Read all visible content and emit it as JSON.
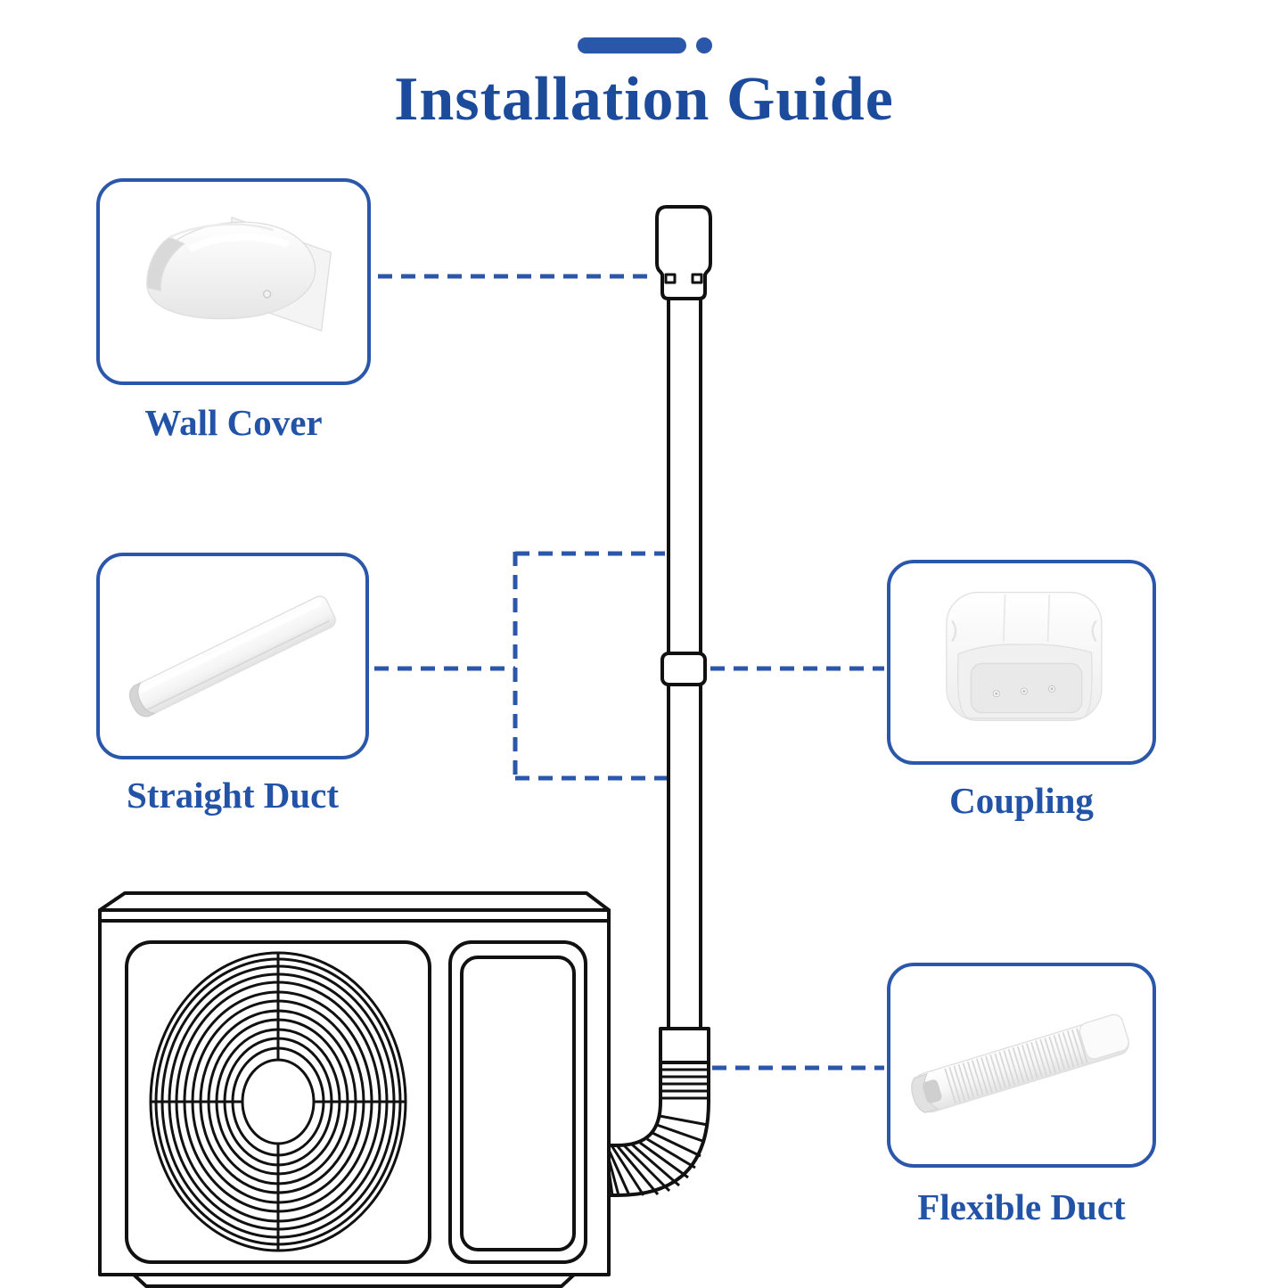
{
  "page": {
    "title": "Installation Guide"
  },
  "colors": {
    "accent_blue": "#2B57AB",
    "title_blue": "#1C4B9C",
    "label_blue": "#2253A6",
    "line_art": "#111111",
    "product_white": "#FFFFFF"
  },
  "parts": [
    {
      "label": "Wall Cover",
      "icon": "wall-cover-photo"
    },
    {
      "label": "Straight Duct",
      "icon": "straight-duct-photo"
    },
    {
      "label": "Coupling",
      "icon": "coupling-photo"
    },
    {
      "label": "Flexible Duct",
      "icon": "flexible-duct-photo"
    }
  ],
  "diagram": {
    "subject": "outdoor-ac-unit-with-line-set-duct-running-up-wall",
    "callouts": [
      "wall-cover-fitting",
      "straight-duct-section",
      "coupling-fitting",
      "flexible-elbow"
    ]
  }
}
